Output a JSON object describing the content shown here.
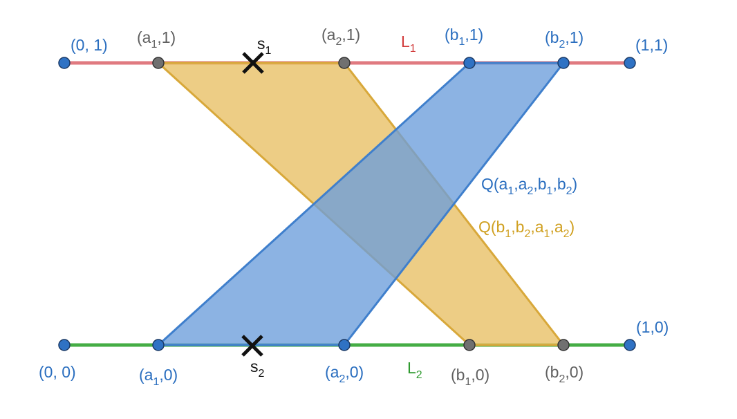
{
  "colors": {
    "line_top": "#e07a80",
    "line_bottom": "#45ad45",
    "blue_point": "#2f72c4",
    "gray_point": "#707070",
    "blue_text": "#2a6ebf",
    "gray_text": "#606060",
    "red_text": "#d23c3c",
    "green_text": "#2f9a2f",
    "gold_text": "#d0a020",
    "gold_fill": "#e8c066",
    "gold_stroke": "#d8a83a",
    "blue_fill": "#6b9edb",
    "blue_stroke": "#3f7fcc"
  },
  "lines": {
    "top": {
      "label": "L",
      "sub": "1"
    },
    "bottom": {
      "label": "L",
      "sub": "2"
    }
  },
  "points": {
    "top_left": "(0, 1)",
    "top_right": "(1,1)",
    "bottom_left": "(0, 0)",
    "bottom_right": "(1,0)",
    "a1_top": {
      "pre": "(a",
      "sub": "1",
      "post": ",1)"
    },
    "a2_top": {
      "pre": "(a",
      "sub": "2",
      "post": ",1)"
    },
    "b1_top": {
      "pre": "(b",
      "sub": "1",
      "post": ",1)"
    },
    "b2_top": {
      "pre": "(b",
      "sub": "2",
      "post": ",1)"
    },
    "a1_bottom": {
      "pre": "(a",
      "sub": "1",
      "post": ",0)"
    },
    "a2_bottom": {
      "pre": "(a",
      "sub": "2",
      "post": ",0)"
    },
    "b1_bottom": {
      "pre": "(b",
      "sub": "1",
      "post": ",0)"
    },
    "b2_bottom": {
      "pre": "(b",
      "sub": "2",
      "post": ",0)"
    }
  },
  "markers": {
    "s1": {
      "label": "s",
      "sub": "1"
    },
    "s2": {
      "label": "s",
      "sub": "2"
    }
  },
  "regions": {
    "blue": {
      "parts": [
        "Q(a",
        "1",
        ",a",
        "2",
        ",b",
        "1",
        ",b",
        "2",
        ")"
      ]
    },
    "gold": {
      "parts": [
        "Q(b",
        "1",
        ",b",
        "2",
        ",a",
        "1",
        ",a",
        "2",
        ")"
      ]
    }
  }
}
